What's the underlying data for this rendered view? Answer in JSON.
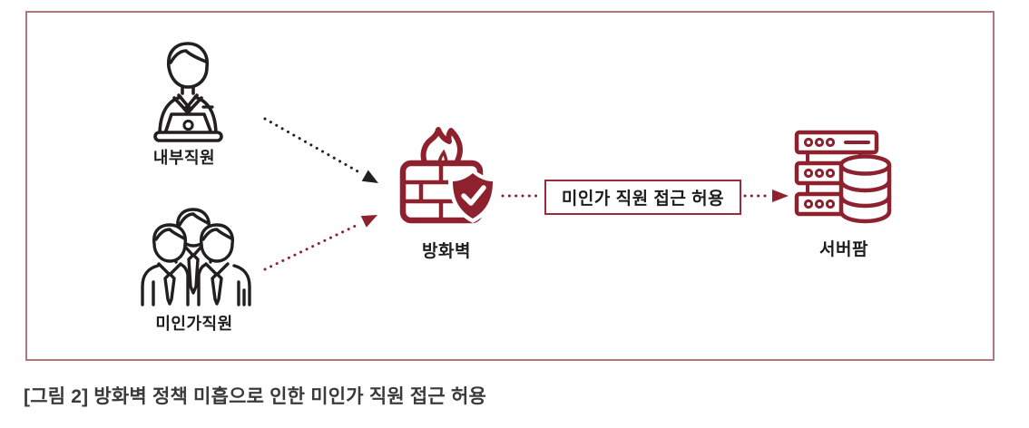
{
  "caption": "[그림 2] 방화벽 정책 미흡으로 인한 미인가 직원 접근 허용",
  "flow_label": "미인가 직원 접근 허용",
  "nodes": {
    "internal_employee": {
      "label": "내부직원",
      "icon": "employee-with-laptop-icon"
    },
    "unauthorized_employees": {
      "label": "미인가직원",
      "icon": "employee-group-icon"
    },
    "firewall": {
      "label": "방화벽",
      "icon": "firewall-shield-check-icon"
    },
    "server_farm": {
      "label": "서버팜",
      "icon": "server-rack-database-icon"
    }
  },
  "edges": [
    {
      "from": "internal_employee",
      "to": "firewall",
      "style": "dotted-arrow",
      "color": "#231f20"
    },
    {
      "from": "unauthorized_employees",
      "to": "firewall",
      "style": "dotted-arrow",
      "color": "#8e212e"
    },
    {
      "from": "firewall",
      "to": "server_farm",
      "style": "dotted-arrow",
      "color": "#8e212e",
      "label": "미인가 직원 접근 허용"
    }
  ],
  "colors": {
    "accent_dark_red": "#8e212e",
    "frame_border": "#b1777f",
    "flow_box_border": "#9b2b38",
    "icon_black": "#231f20",
    "caption_text": "#3a3a3a"
  }
}
